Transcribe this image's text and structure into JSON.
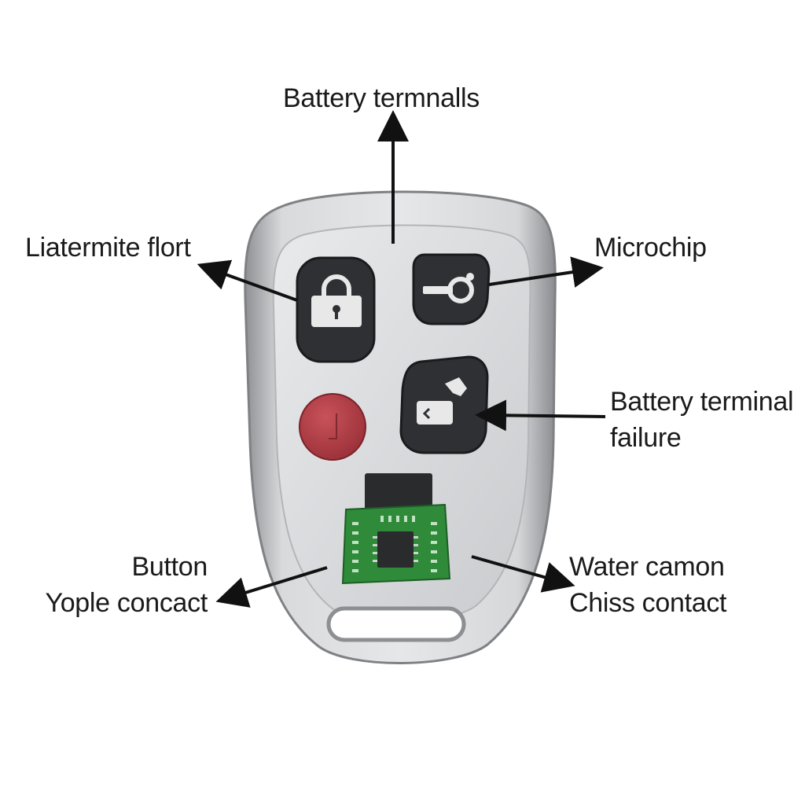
{
  "labels": {
    "top": "Battery termnalls",
    "upper_left": "Liatermite flort",
    "upper_right": "Microchip",
    "middle_right_line1": "Battery terminal",
    "middle_right_line2": "failure",
    "lower_left_line1": "Button",
    "lower_left_line2": "Yople concact",
    "lower_right_line1": "Water camon",
    "lower_right_line2": "Chiss contact"
  },
  "colors": {
    "shell_light": "#e2e3e5",
    "shell_dark": "#9a9ca0",
    "button_dark": "#2e3033",
    "button_red": "#b8434a",
    "pcb_green": "#2f8a3a",
    "arrow": "#111111"
  },
  "icons": [
    "lock-icon",
    "key-icon",
    "trunk-icon",
    "panic-button-icon",
    "microchip-icon"
  ]
}
